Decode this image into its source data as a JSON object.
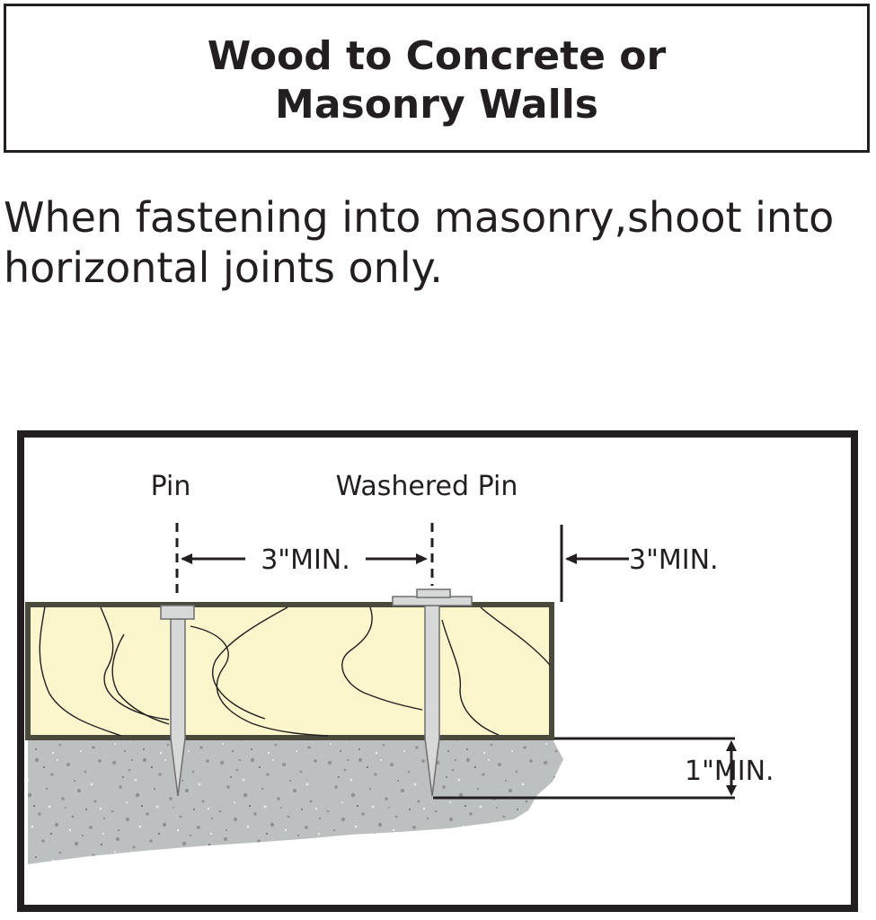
{
  "title": {
    "line1": "Wood to Concrete or",
    "line2": "Masonry Walls"
  },
  "instruction": {
    "line1": "When fastening into masonry,shoot into",
    "line2": "horizontal joints only."
  },
  "diagram": {
    "labels": {
      "pin": "Pin",
      "washered_pin": "Washered Pin",
      "spacing_between_pins": "3\"MIN.",
      "edge_distance": "3\"MIN.",
      "penetration": "1\"MIN."
    },
    "colors": {
      "line": "#231f20",
      "wood_fill": "#fbf6cc",
      "wood_border": "#4a4a3c",
      "concrete_base": "#b9bcbc",
      "pin_fill": "#d7d9d9",
      "pin_stroke": "#6d6f70"
    }
  }
}
